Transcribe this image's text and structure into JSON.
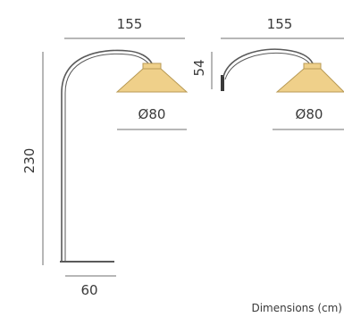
{
  "floor_lamp": {
    "arm_reach": "155",
    "shade_diameter": "Ø80",
    "height": "230",
    "base_width": "60"
  },
  "wall_lamp": {
    "arm_reach": "155",
    "height": "54",
    "shade_diameter": "Ø80"
  },
  "footnote": "Dimensions (cm)",
  "colors": {
    "shade_fill": "#efd08a",
    "shade_stroke": "#b89a55",
    "frame": "#5a5a5a",
    "dimension_line": "#6f6f6f",
    "text": "#3a3a3a"
  }
}
